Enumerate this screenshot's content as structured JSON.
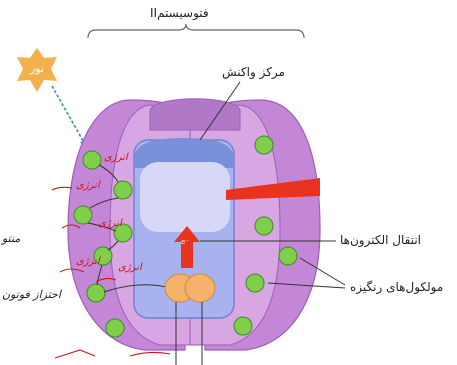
{
  "title": "فتوسیستمII",
  "labels": {
    "reaction_center": "مرکز واکنش",
    "electron_transfer": "انتقال الکترون‌ها",
    "pigment_molecules": "مولکول‌های رنگیزه",
    "light": "نور",
    "electron_symbol": "e⁻"
  },
  "handwriting": [
    "انرژی",
    "انرژی",
    "انرژی",
    "انرژی",
    "انرژی"
  ],
  "margin_notes": [
    "منتو",
    "احتزاز فوتون"
  ],
  "colors": {
    "complex": "#c486d6",
    "complex_light": "#d7a6e3",
    "center": "#a7b2ee",
    "center_top": "#7a8fd9",
    "pigment": "#7fcf4a",
    "sun": "#f2b14c",
    "arrow": "#e8331f",
    "handwriting": "#d1101b"
  }
}
